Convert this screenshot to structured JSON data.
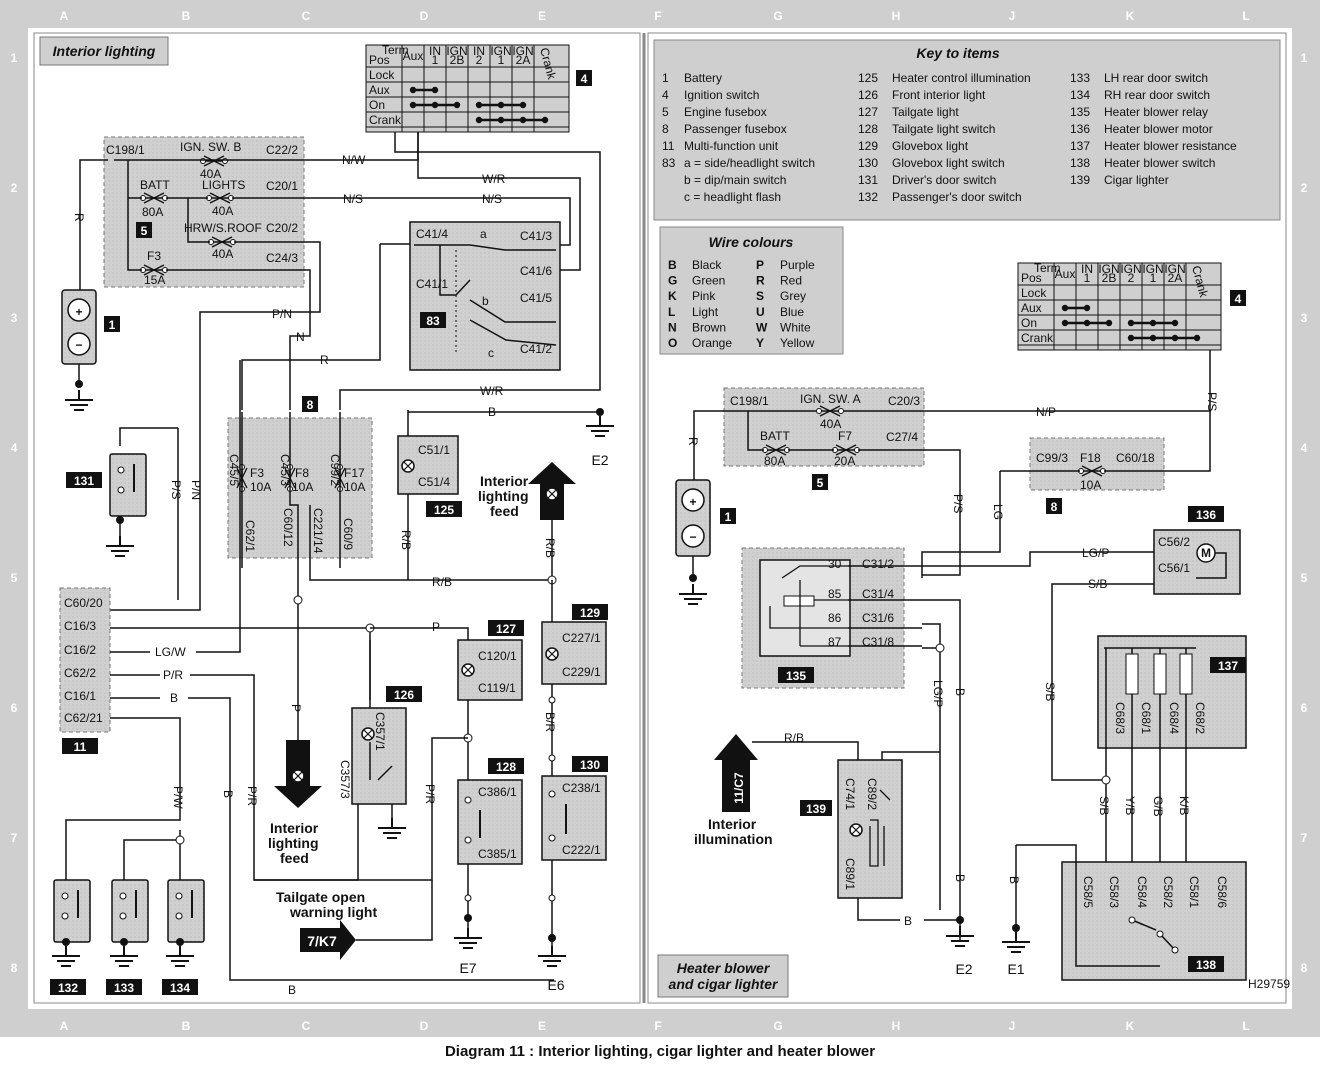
{
  "caption": "Diagram 11 : Interior lighting, cigar lighter and heater blower",
  "panels": {
    "left_title": "Interior lighting",
    "right_bottom_title": "Heater blower and cigar lighter",
    "ref_code": "H29759"
  },
  "grid": {
    "columns": [
      "A",
      "B",
      "C",
      "D",
      "E",
      "F",
      "G",
      "H",
      "J",
      "K",
      "L"
    ],
    "rows": [
      "1",
      "2",
      "3",
      "4",
      "5",
      "6",
      "7",
      "8"
    ]
  },
  "key_to_items": {
    "title": "Key to items",
    "items": [
      {
        "num": "1",
        "label": "Battery"
      },
      {
        "num": "4",
        "label": "Ignition switch"
      },
      {
        "num": "5",
        "label": "Engine fusebox"
      },
      {
        "num": "8",
        "label": "Passenger fusebox"
      },
      {
        "num": "11",
        "label": "Multi-function unit"
      },
      {
        "num": "83",
        "label": "a = side/headlight switch"
      },
      {
        "num": "",
        "label": "b = dip/main switch"
      },
      {
        "num": "",
        "label": "c = headlight flash"
      },
      {
        "num": "125",
        "label": "Heater control illumination"
      },
      {
        "num": "126",
        "label": "Front interior light"
      },
      {
        "num": "127",
        "label": "Tailgate light"
      },
      {
        "num": "128",
        "label": "Tailgate light switch"
      },
      {
        "num": "129",
        "label": "Glovebox light"
      },
      {
        "num": "130",
        "label": "Glovebox light switch"
      },
      {
        "num": "131",
        "label": "Driver's door switch"
      },
      {
        "num": "132",
        "label": "Passenger's door switch"
      },
      {
        "num": "133",
        "label": "LH rear door switch"
      },
      {
        "num": "134",
        "label": "RH rear door switch"
      },
      {
        "num": "135",
        "label": "Heater blower relay"
      },
      {
        "num": "136",
        "label": "Heater blower motor"
      },
      {
        "num": "137",
        "label": "Heater blower resistance"
      },
      {
        "num": "138",
        "label": "Heater blower switch"
      },
      {
        "num": "139",
        "label": "Cigar lighter"
      }
    ]
  },
  "wire_colours": {
    "title": "Wire colours",
    "items": [
      {
        "code": "B",
        "name": "Black"
      },
      {
        "code": "G",
        "name": "Green"
      },
      {
        "code": "K",
        "name": "Pink"
      },
      {
        "code": "L",
        "name": "Light"
      },
      {
        "code": "N",
        "name": "Brown"
      },
      {
        "code": "O",
        "name": "Orange"
      },
      {
        "code": "P",
        "name": "Purple"
      },
      {
        "code": "R",
        "name": "Red"
      },
      {
        "code": "S",
        "name": "Grey"
      },
      {
        "code": "U",
        "name": "Blue"
      },
      {
        "code": "W",
        "name": "White"
      },
      {
        "code": "Y",
        "name": "Yellow"
      }
    ]
  },
  "ignition_table": {
    "header": [
      "Term Pos",
      "Aux",
      "IN 1",
      "IGN 2B",
      "IN 2",
      "IGN 1",
      "IGN 2A",
      "Crank"
    ],
    "rows": [
      "Lock",
      "Aux",
      "On",
      "Crank"
    ]
  },
  "ignition_table_right": {
    "header": [
      "Term Pos",
      "Aux",
      "IN 1",
      "IGN 2B",
      "IGN 2",
      "IGN 1",
      "IGN 2A",
      "Crank"
    ]
  },
  "components": {
    "battery": "1",
    "ign": "4",
    "engine_fusebox": "5",
    "pass_fusebox": "8",
    "mfu": "11",
    "lightsw": "83",
    "c125": "125",
    "c126": "126",
    "c127": "127",
    "c128": "128",
    "c129": "129",
    "c130": "130",
    "c131": "131",
    "c132": "132",
    "c133": "133",
    "c134": "134",
    "c135": "135",
    "c136": "136",
    "c137": "137",
    "c138": "138",
    "c139": "139"
  },
  "left": {
    "fusebox5": {
      "c198": "C198/1",
      "c22": "C22/2",
      "c20": "C20/1",
      "c20b": "C20/2",
      "c24": "C24/3",
      "f_ign": "IGN. SW. B",
      "f_ign_a": "40A",
      "f_batt": "BATT",
      "f_batt_a": "80A",
      "f_lights": "LIGHTS",
      "f_lights_a": "40A",
      "f_hrw": "HRW/S.ROOF",
      "f_hrw_a": "40A",
      "f_f3": "F3",
      "f_f3_a": "15A"
    },
    "fusebox8": {
      "c45_5": "C45/5",
      "c45_3": "C45/3",
      "c99_2": "C99/2",
      "f3": "F3",
      "f3a": "10A",
      "f8": "F8",
      "f8a": "10A",
      "f17": "F17",
      "f17a": "10A",
      "c62_1": "C62/1",
      "c60_12": "C60/12",
      "c221": "C221/14",
      "c60_9": "C60/9"
    },
    "sw83": {
      "c41_4": "C41/4",
      "c41_3": "C41/3",
      "c41_1": "C41/1",
      "c41_6": "C41/6",
      "c41_5": "C41/5",
      "c41_2": "C41/2",
      "a": "a",
      "b": "b",
      "c": "c"
    },
    "mfu": {
      "c60_20": "C60/20",
      "c16_3": "C16/3",
      "c16_2": "C16/2",
      "c62_2": "C62/2",
      "c16_1": "C16/1",
      "c62_21": "C62/21"
    },
    "c125": {
      "c51_1": "C51/1",
      "c51_4": "C51/4"
    },
    "c127": {
      "a": "C120/1",
      "b": "C119/1"
    },
    "c129": {
      "a": "C227/1",
      "b": "C229/1"
    },
    "c126": {
      "a": "C357/1",
      "b": "C357/3"
    },
    "c128": {
      "a": "C386/1",
      "b": "C385/1"
    },
    "c130": {
      "a": "C238/1",
      "b": "C222/1"
    },
    "wires": {
      "r": "R",
      "nw": "N/W",
      "wr": "W/R",
      "ns": "N/S",
      "ns2": "N/S",
      "pn": "P/N",
      "n": "N",
      "r2": "R",
      "wr2": "W/R",
      "b": "B",
      "ps": "P/S",
      "pn2": "P/N",
      "rb": "R/B",
      "p": "P",
      "lgw": "LG/W",
      "pr": "P/R",
      "b2": "B",
      "p2": "P",
      "rb2": "R/B",
      "rb3": "R/B",
      "br": "B/R",
      "pw": "P/W",
      "bb": "B",
      "pr2": "P/R",
      "pr3": "P/R",
      "b3": "B"
    },
    "earths": {
      "e2": "E2",
      "e7": "E7",
      "e6": "E6"
    },
    "feeds": {
      "int_feed_up": "Interior lighting feed",
      "int_feed_down": "Interior lighting feed",
      "tailgate": "Tailgate open warning light",
      "tailgate_ref": "7/K7"
    }
  },
  "right": {
    "fusebox5": {
      "c198": "C198/1",
      "ign": "IGN. SW. A",
      "ign_a": "40A",
      "c20_3": "C20/3",
      "batt": "BATT",
      "batt_a": "80A",
      "f7": "F7",
      "f7_a": "20A",
      "c27_4": "C27/4"
    },
    "fusebox8": {
      "c99_3": "C99/3",
      "f18": "F18",
      "f18_a": "10A",
      "c60_18": "C60/18"
    },
    "relay135": {
      "p30": "30",
      "p85": "85",
      "p86": "86",
      "p87": "87",
      "c31_2": "C31/2",
      "c31_4": "C31/4",
      "c31_6": "C31/6",
      "c31_8": "C31/8"
    },
    "motor136": {
      "c56_2": "C56/2",
      "c56_1": "C56/1",
      "m": "M"
    },
    "res137": {
      "c68_3": "C68/3",
      "c68_1": "C68/1",
      "c68_4": "C68/4",
      "c68_2": "C68/2"
    },
    "sw138": {
      "c58_5": "C58/5",
      "c58_3": "C58/3",
      "c58_4": "C58/4",
      "c58_2": "C58/2",
      "c58_1": "C58/1",
      "c58_6": "C58/6"
    },
    "lighter139": {
      "c74_1": "C74/1",
      "c89_2": "C89/2",
      "c89_1": "C89/1"
    },
    "wires": {
      "r": "R",
      "np": "N/P",
      "ps": "P/S",
      "ps2": "P/S",
      "lg": "LG",
      "lgp": "LG/P",
      "sb": "S/B",
      "sb2": "S/B",
      "lgp2": "LG/P",
      "b": "B",
      "rb": "R/B",
      "sb3": "S/B",
      "yb": "Y/B",
      "gb": "G/B",
      "kb": "K/B",
      "b2": "B",
      "b3": "B",
      "b4": "B"
    },
    "earths": {
      "e2": "E2",
      "e1": "E1"
    },
    "feed": {
      "ref": "11/C7",
      "label": "Interior illumination"
    }
  }
}
